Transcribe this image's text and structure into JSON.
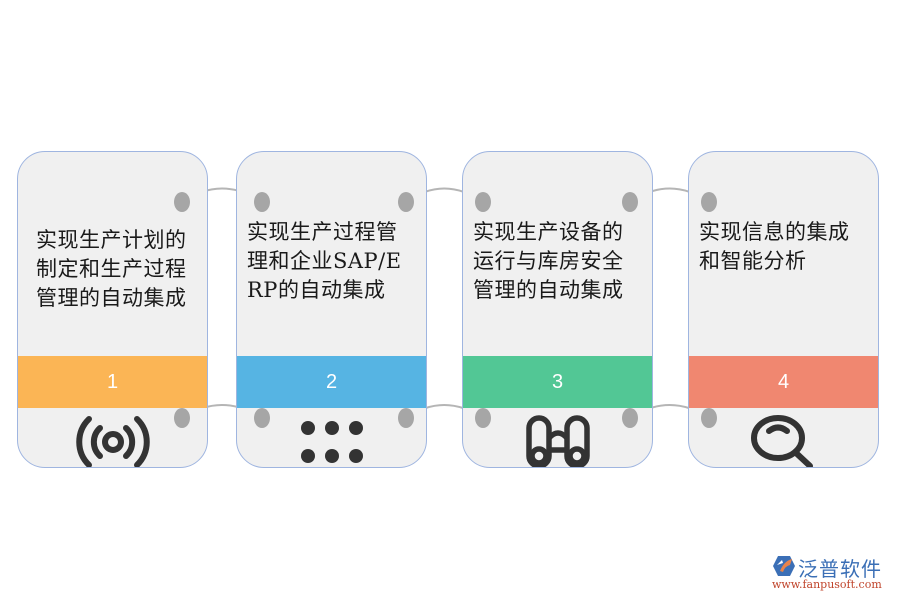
{
  "diagram": {
    "steps": [
      {
        "number": "1",
        "text": "实现生产计划的制定和生产过程管理的自动集成",
        "color": "#fbb555",
        "icon": "broadcast-icon"
      },
      {
        "number": "2",
        "text": "实现生产过程管理和企业SAP/ERP的自动集成",
        "color": "#56b4e3",
        "icon": "six-dots-icon"
      },
      {
        "number": "3",
        "text": "实现生产设备的运行与库房安全管理的自动集成",
        "color": "#52c795",
        "icon": "binoculars-icon"
      },
      {
        "number": "4",
        "text": "实现信息的集成和智能分析",
        "color": "#f08770",
        "icon": "search-icon"
      }
    ],
    "card_border_color": "#9fb5e0",
    "card_background": "#f0f0f0",
    "connector_color": "#b5b5b5",
    "dot_color": "#a6a6a6"
  },
  "logo": {
    "name": "泛普软件",
    "url": "www.fanpusoft.com"
  }
}
